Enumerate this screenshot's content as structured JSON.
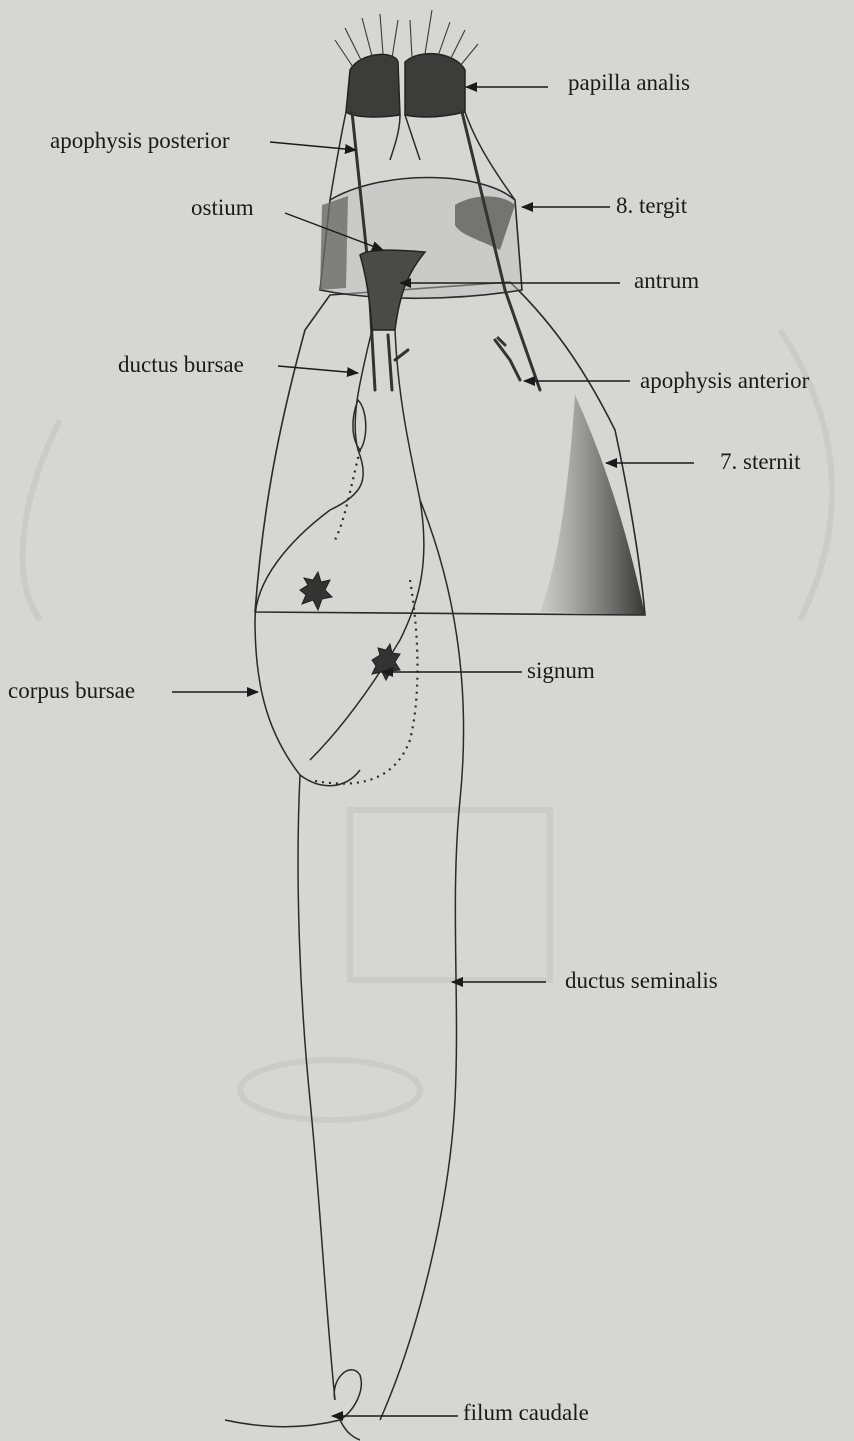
{
  "labels": {
    "papilla_analis": "papilla analis",
    "apophysis_posterior": "apophysis posterior",
    "ostium": "ostium",
    "tergit_8": "8. tergit",
    "antrum": "antrum",
    "ductus_bursae": "ductus bursae",
    "apophysis_anterior": "apophysis anterior",
    "sternit_7": "7. sternit",
    "signum": "signum",
    "corpus_bursae": "corpus bursae",
    "ductus_seminalis": "ductus seminalis",
    "filum_caudale": "filum caudale"
  },
  "colors": {
    "background": "#d6d6d3",
    "ink": "#2a2a2a",
    "shading": "#3a3a3a"
  }
}
